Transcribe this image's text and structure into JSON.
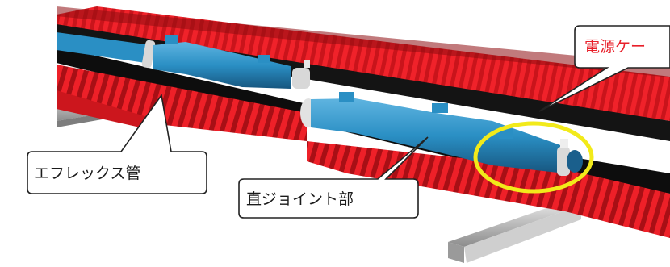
{
  "callouts": {
    "efrex_pipe": "エフレックス管",
    "straight_joint": "直ジョイント部",
    "power_cable": "電源ケー"
  },
  "colors": {
    "pipe_red": "#e31b23",
    "pipe_red_dark": "#a80f15",
    "joint_blue": "#2a8fc4",
    "joint_blue_dark": "#1a5f8c",
    "cable_black": "#111111",
    "rail_gray": "#b8b8b8",
    "highlight_ring": "#f2ea1a",
    "callout_label_red": "#e8202a"
  }
}
